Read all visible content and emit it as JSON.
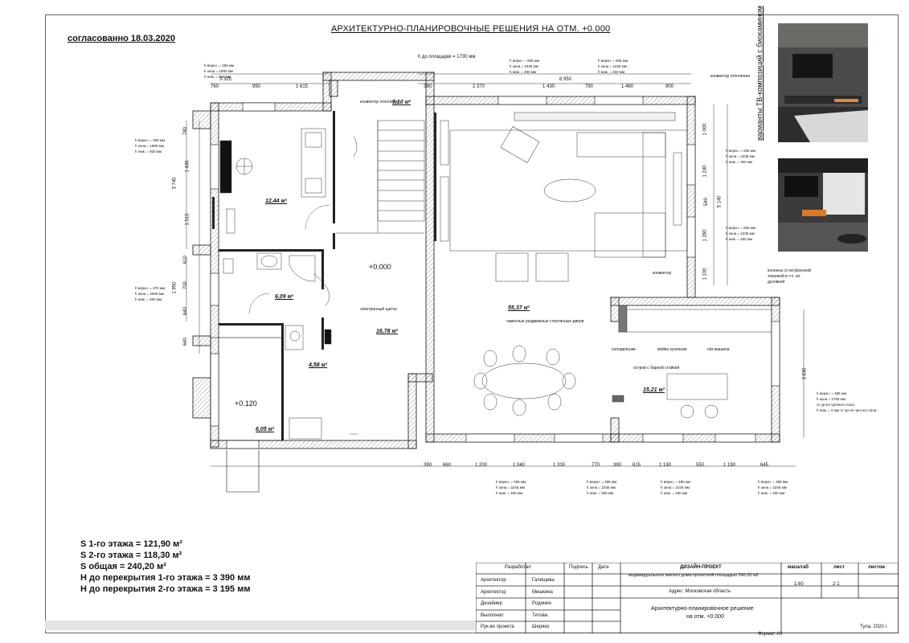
{
  "approved": "согласованно 18.03.2020",
  "title": "АРХИТЕКТУРНО-ПЛАНИРОВОЧНЫЕ РЕШЕНИЯ НА ОТМ. +0.000",
  "side_label": "варианты ТВ-композиций с биокамином",
  "areas": [
    "S 1-го этажа  =  121,90 м²",
    "S 2-го этажа  =  118,30 м²",
    "S общая  =  240,20 м²",
    "Н до перекрытия 1-го этажа = 3 390 мм",
    "Н до перекрытия 2-го этажа = 3 195 мм"
  ],
  "rooms": [
    {
      "area": "12,44 м²"
    },
    {
      "area": "5,10 м²"
    },
    {
      "area": "55,37 м²"
    },
    {
      "area": "6,09 м²"
    },
    {
      "area": "16,78 м²"
    },
    {
      "area": "4,58 м²"
    },
    {
      "area": "6,05 м²"
    },
    {
      "area": "15,21 м²"
    }
  ],
  "levels": {
    "main": "+0.000",
    "porch": "+0.120"
  },
  "dims_top": [
    "760",
    "950",
    "1 615",
    "390",
    "2 370",
    "1 430",
    "790",
    "1 460",
    "900"
  ],
  "dims_top_total": [
    "3 325",
    "6 950"
  ],
  "dims_bottom": [
    "390",
    "660",
    "1 200",
    "1 040",
    "1 200",
    "770",
    "390",
    "615",
    "1 190",
    "550",
    "1 190",
    "645"
  ],
  "dims_left": [
    "780",
    "1 445",
    "1 515",
    "610",
    "700",
    "640",
    "640"
  ],
  "dims_left_total": [
    "3 740",
    "1 950"
  ],
  "dims_right": [
    "1 000",
    "1 240",
    "540",
    "1 260",
    "1 100"
  ],
  "dims_right_total": [
    "5 140",
    "3 630"
  ],
  "platform_height": "h до площадки = 1730 мм",
  "window_notes": {
    "top_left": [
      "h верхн. = 480 мм",
      "h окна = 1990 мм",
      "h ниж. = 920 мм"
    ],
    "left_1": [
      "h верхн. = 480 мм",
      "h окна = 1990 мм",
      "h ниж. = 920 мм"
    ],
    "left_2": [
      "h верхн. = 470 мм",
      "h окна = 2000 мм",
      "h ниж. = 920 мм"
    ],
    "top_mid": [
      "h верхн. = 505 мм",
      "h окна = 2435 мм",
      "h ниж. = 450 мм"
    ],
    "top_right": [
      "h верхн. = 505 мм",
      "h окна = 2435 мм",
      "h ниж. = 450 мм"
    ],
    "right_1": [
      "h верхн. = 505 мм",
      "h окна = 2435 мм",
      "h ниж. = 450 мм"
    ],
    "right_2": [
      "h верхн. = 505 мм",
      "h окна = 2435 мм",
      "h ниж. = 450 мм"
    ],
    "right_3": [
      "h верхн. = 485 мм",
      "h окна = 2705 мм",
      "от ур-ня грязного пола",
      "h ниж. = 0 мм от ур-ня чистого пола"
    ],
    "bottom": [
      "h верхн. = 485 мм",
      "h окна = 2245 мм",
      "h ниж. = 450 мм"
    ]
  },
  "labels": {
    "convector_top": "конвектор отопления",
    "convector_stair": "конвектор отопления",
    "convector_floor": "конвектор",
    "built_in": "колонна со встроенной техникой в т.ч. эл. духовкой",
    "glass_doors": "навесные раздвижные стеклянные двери",
    "electric": "электронный щиток",
    "fridge": "холодильник",
    "sink": "мойка кухонная",
    "dishwasher": "п/м машина",
    "island": "остров с барной стойкой"
  },
  "title_block": {
    "developed": "Разработал",
    "signature": "Подпись",
    "date": "Дата",
    "roles": [
      "Архитектор",
      "Архитектор",
      "Дизайнер",
      "Выполнил",
      "Рук-во проекта"
    ],
    "names": [
      "Галищева",
      "Мишкина",
      "Родинин",
      "Титова",
      "Шеряко"
    ],
    "project_title": "ДИЗАЙН-ПРОЕКТ",
    "project_desc": "индивидуального жилого дома проектной площадью 240,20 м2",
    "address": "Адрес: Московская область",
    "sheet_title": "Архитектурно-планировочное решение",
    "sheet_sub": "на отм. +0.000",
    "scale_label": "масштаб",
    "scale": "1:60",
    "sheet_label": "лист",
    "sheet": "2-1",
    "sheets_label": "листов",
    "city": "Тула, 2020 г.",
    "format": "Формат А3"
  }
}
